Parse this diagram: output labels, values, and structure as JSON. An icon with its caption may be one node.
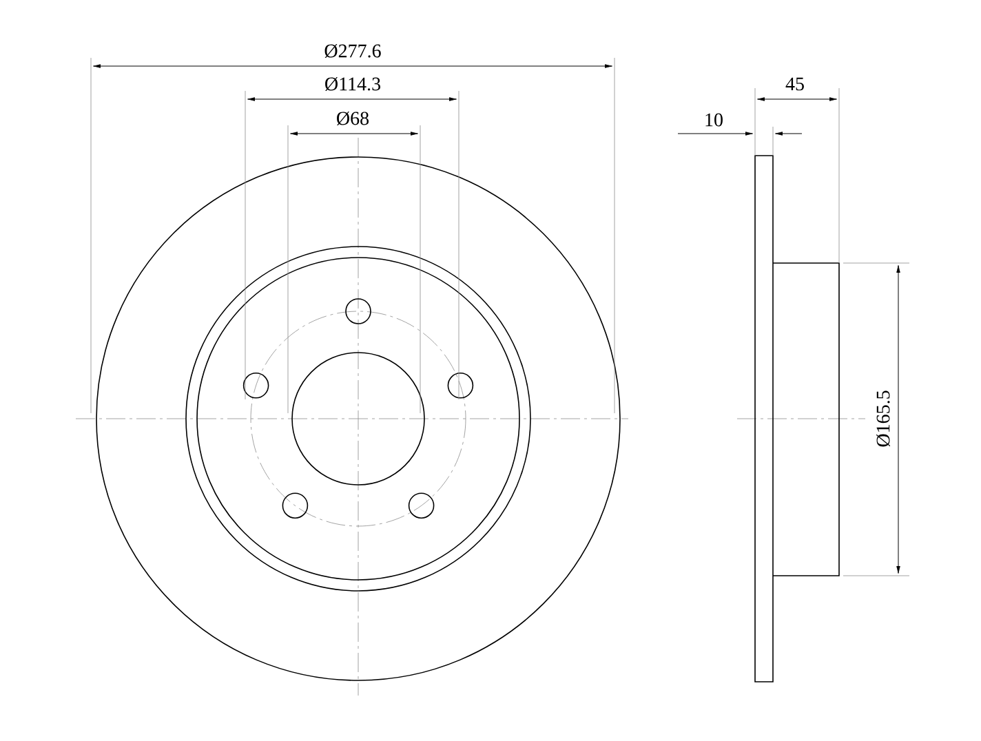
{
  "diagram": {
    "labels": [
      "Ø277.6",
      "Ø114.3",
      "Ø68",
      "10",
      "45",
      "Ø165.5"
    ]
  }
}
